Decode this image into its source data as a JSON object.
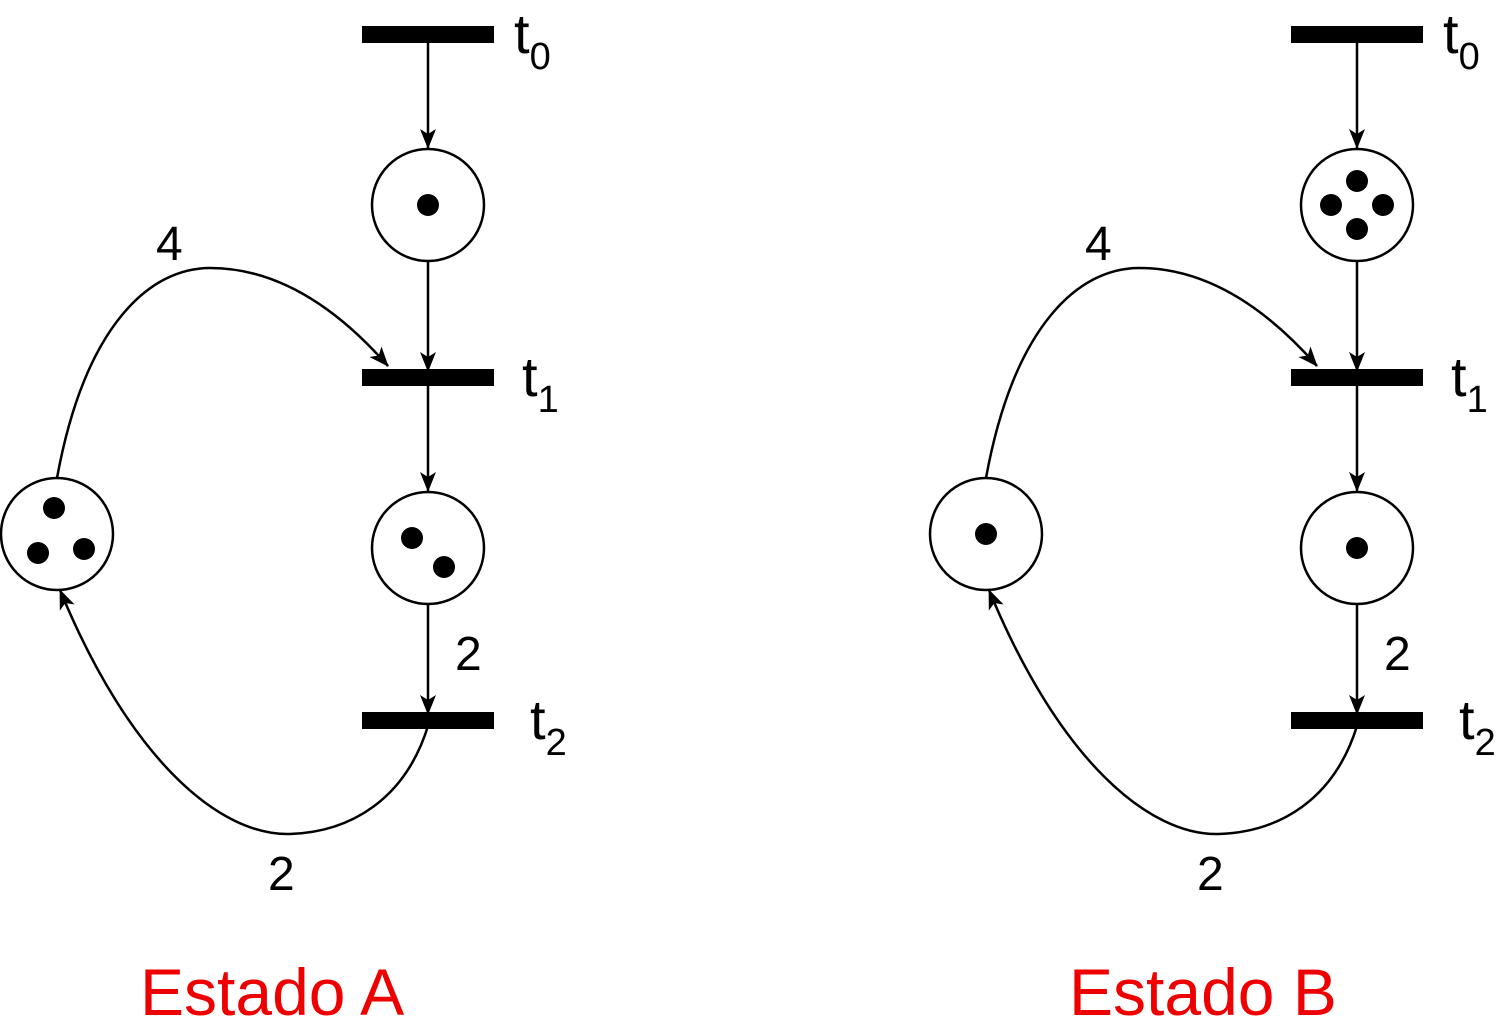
{
  "diagrams": [
    {
      "caption": "Estado A",
      "transitions": [
        {
          "name": "t",
          "sub": "0"
        },
        {
          "name": "t",
          "sub": "1"
        },
        {
          "name": "t",
          "sub": "2"
        }
      ],
      "places": {
        "p0_tokens": 1,
        "p1_tokens": 2,
        "p2_tokens": 3
      },
      "weights": {
        "p2_to_t1": "4",
        "p1_to_t2": "2",
        "t2_to_p2": "2"
      }
    },
    {
      "caption": "Estado B",
      "transitions": [
        {
          "name": "t",
          "sub": "0"
        },
        {
          "name": "t",
          "sub": "1"
        },
        {
          "name": "t",
          "sub": "2"
        }
      ],
      "places": {
        "p0_tokens": 4,
        "p1_tokens": 1,
        "p2_tokens": 1
      },
      "weights": {
        "p2_to_t1": "4",
        "p1_to_t2": "2",
        "t2_to_p2": "2"
      }
    }
  ],
  "colors": {
    "caption": "#ee0000",
    "ink": "#000000"
  }
}
